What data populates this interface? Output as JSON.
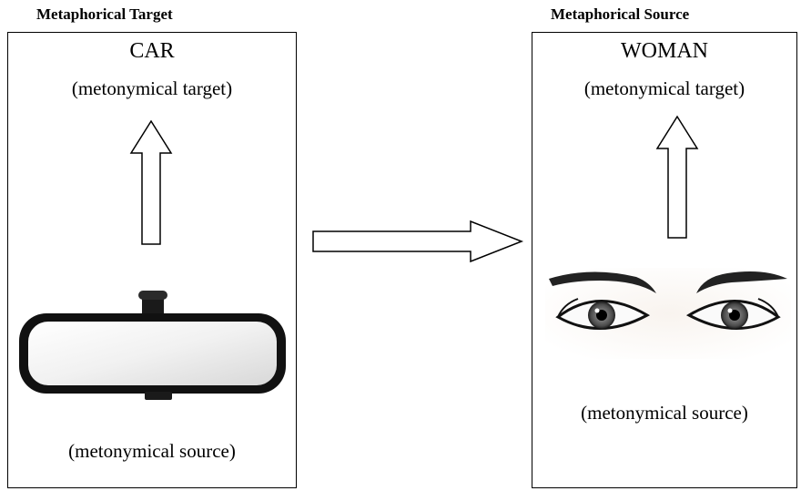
{
  "left": {
    "column_title": "Metaphorical Target",
    "heading": "CAR",
    "target_label": "(metonymical target)",
    "source_label": "(metonymical source)",
    "image_icon": "rearview-mirror"
  },
  "right": {
    "column_title": "Metaphorical Source",
    "heading": "WOMAN",
    "target_label": "(metonymical target)",
    "source_label": "(metonymical source)",
    "image_icon": "eyes"
  },
  "connector": {
    "icon": "right-arrow",
    "direction": "target-to-source"
  },
  "colors": {
    "line": "#000000",
    "fill": "#ffffff"
  }
}
